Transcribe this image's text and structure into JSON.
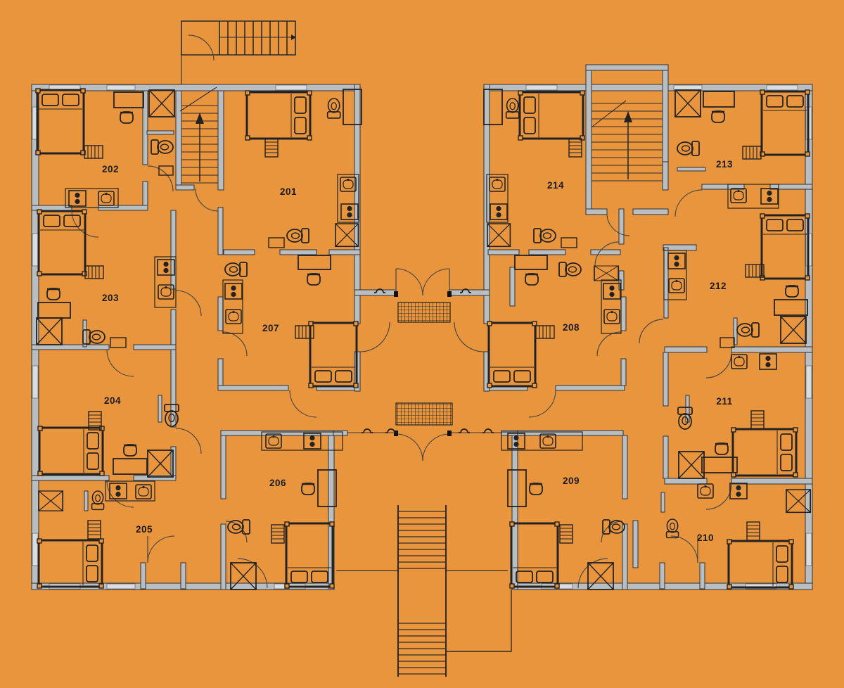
{
  "plan": {
    "kind": "apartment-building-floor-plan",
    "floor_units_visible": 14
  },
  "colors": {
    "background": "#E9953E",
    "wall_fill": "#B9BEC2",
    "wall_stroke": "#2F3337",
    "drawing_line": "#2B2B2B",
    "window_fill": "#D9DDE0",
    "label_text": "#1B1B1B"
  },
  "rooms": [
    {
      "number": "201"
    },
    {
      "number": "202"
    },
    {
      "number": "203"
    },
    {
      "number": "204"
    },
    {
      "number": "205"
    },
    {
      "number": "206"
    },
    {
      "number": "207"
    },
    {
      "number": "208"
    },
    {
      "number": "209"
    },
    {
      "number": "210"
    },
    {
      "number": "211"
    },
    {
      "number": "212"
    },
    {
      "number": "213"
    },
    {
      "number": "214"
    }
  ]
}
